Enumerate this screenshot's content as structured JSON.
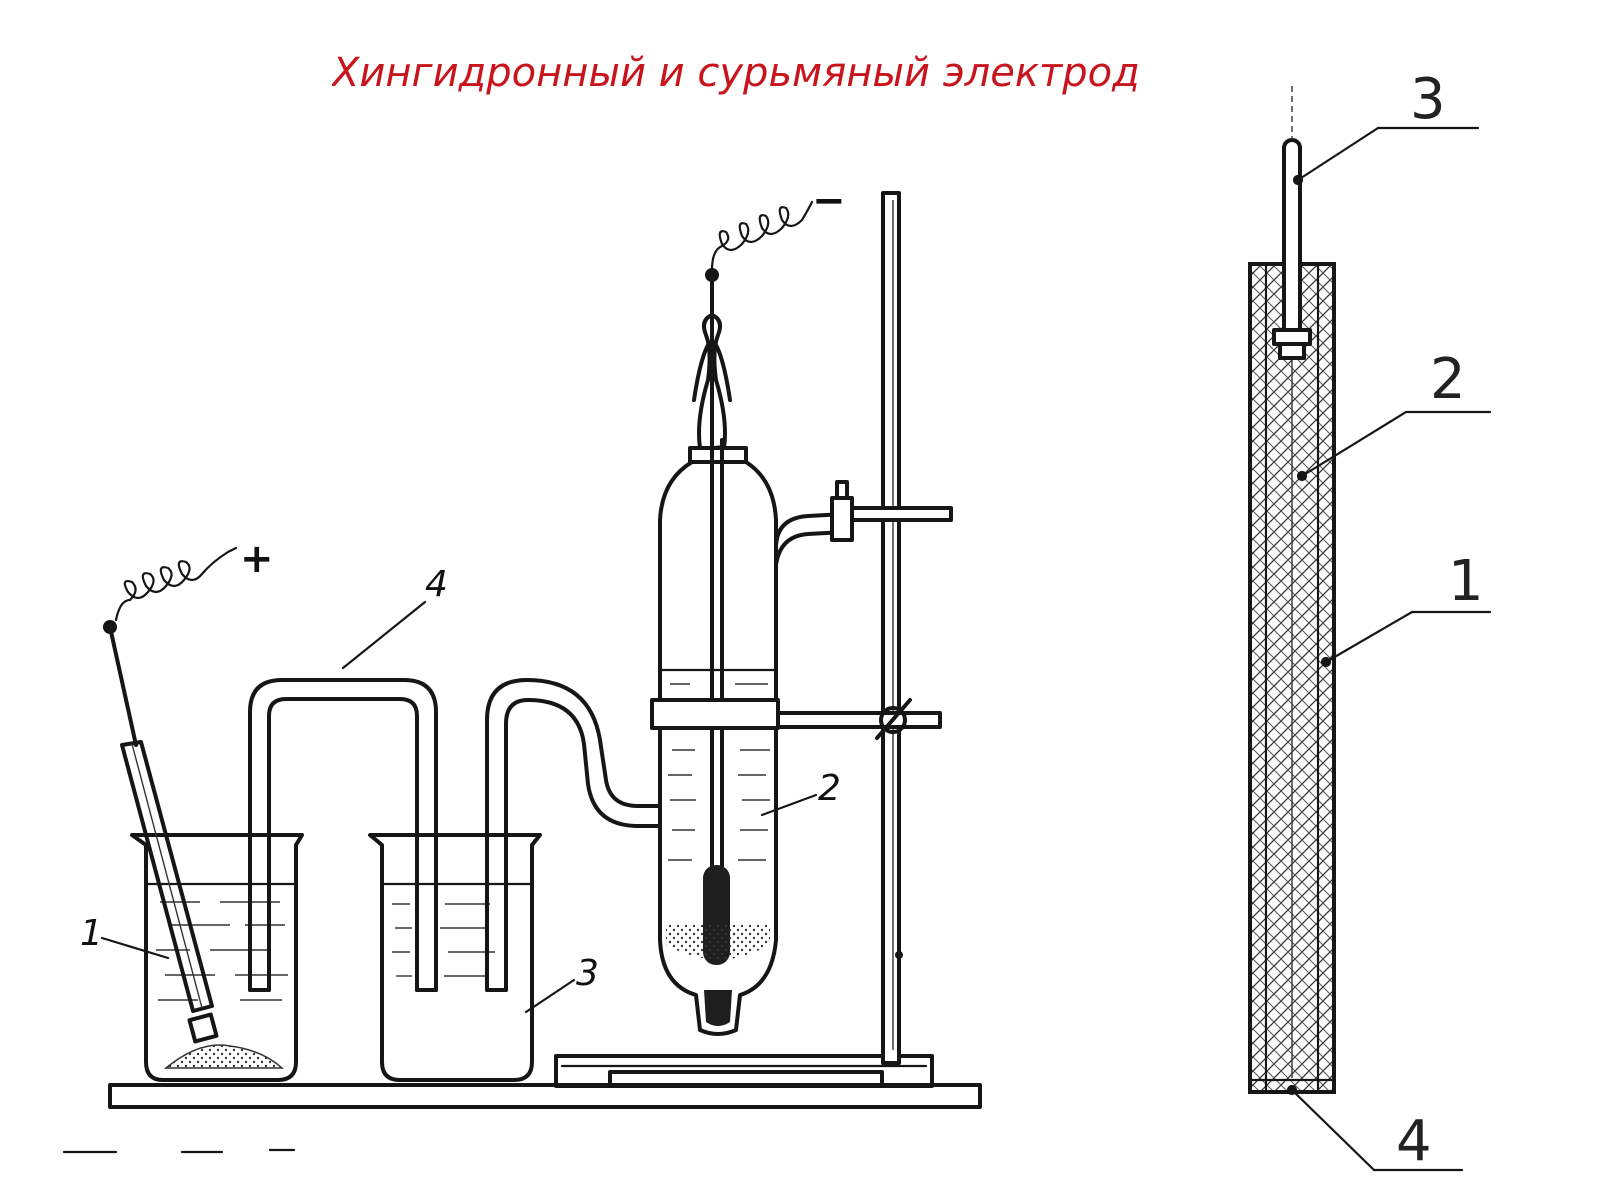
{
  "title": "Хингидронный и сурьмяный электрод",
  "colors": {
    "title": "#c8141c",
    "ink": "#161616"
  },
  "left_figure": {
    "labels": [
      "1",
      "2",
      "3",
      "4"
    ],
    "positive_terminal": "+",
    "negative_terminal": "−"
  },
  "right_figure": {
    "labels": [
      "3",
      "2",
      "1",
      "4"
    ]
  }
}
